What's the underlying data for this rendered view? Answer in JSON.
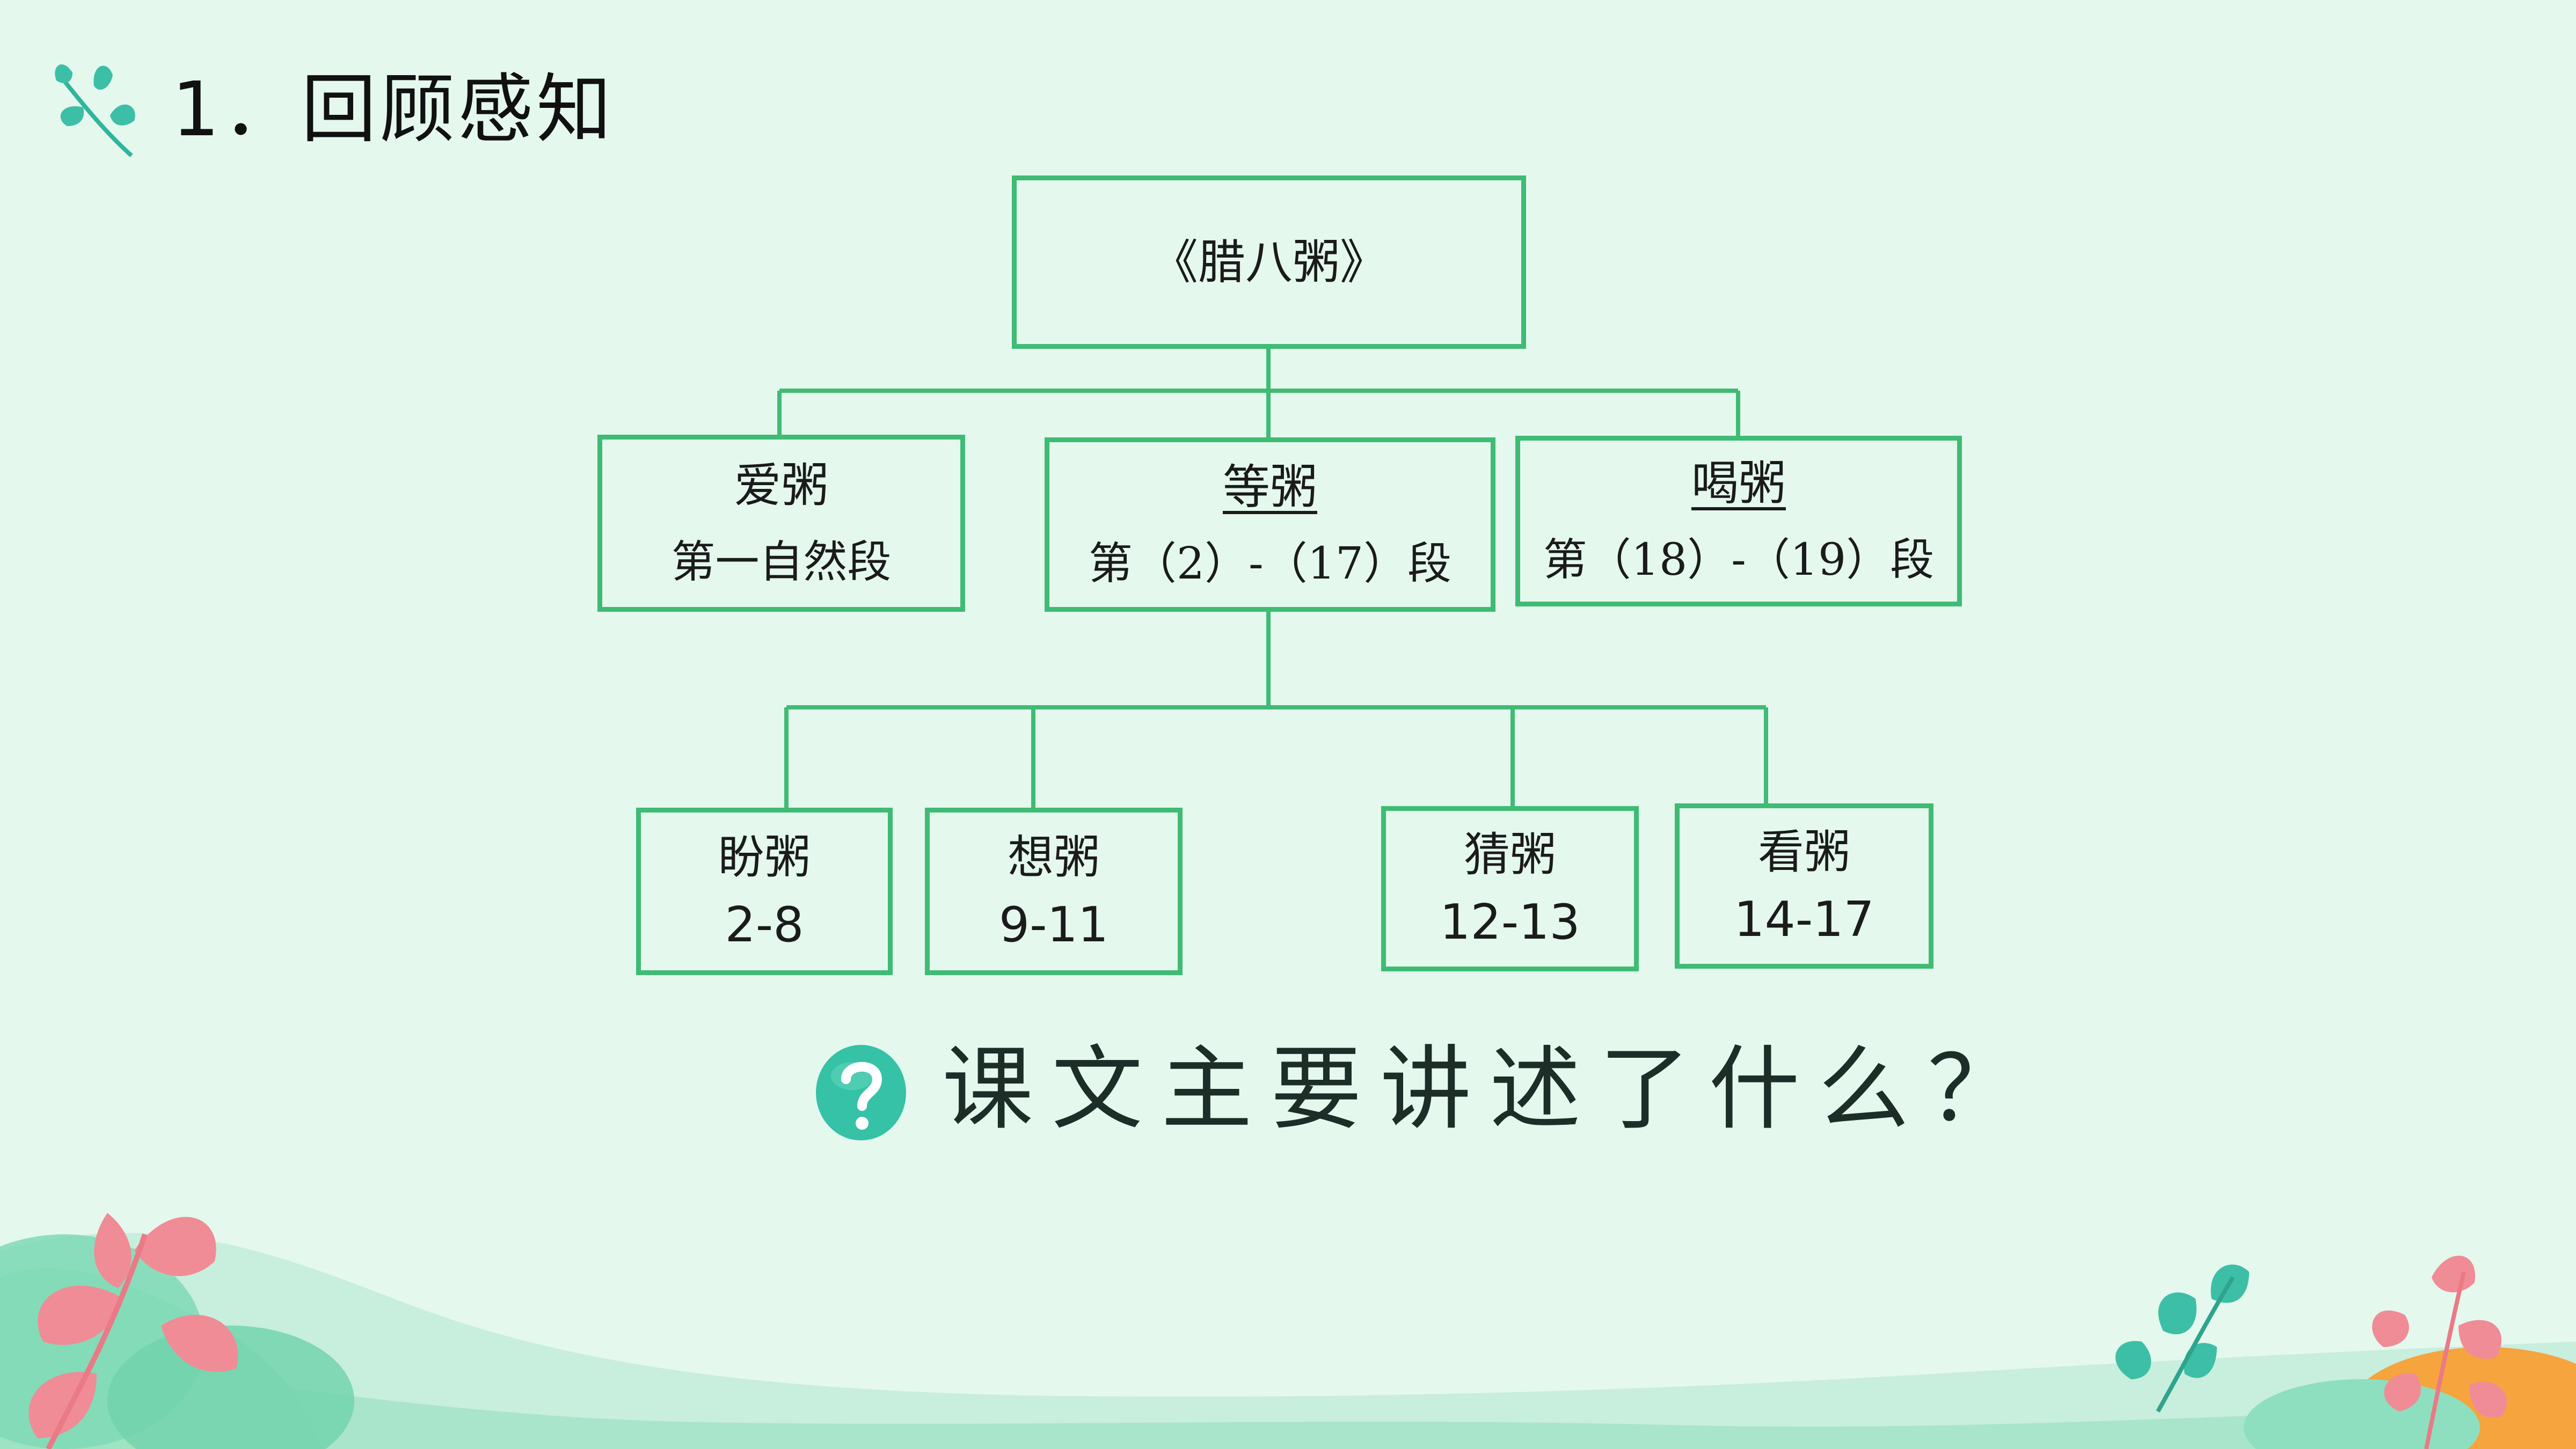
{
  "slide": {
    "title": "1．回顾感知",
    "colors": {
      "background": "#e4f8ee",
      "line": "#3fbb74",
      "leaf": "#3cbfa6",
      "pink": "#f08c95",
      "orange": "#f6a43d"
    },
    "icons": [
      "leaf-icon",
      "question-mark-icon",
      "leaf-decoration-icon",
      "flower-decoration-icon"
    ]
  },
  "diagram": {
    "root": {
      "label": "《腊八粥》"
    },
    "branches": [
      {
        "label": "爱粥",
        "range": "第一自然段"
      },
      {
        "label": "等粥",
        "range": "第（2）-（17）段"
      },
      {
        "label": "喝粥",
        "range": "第（18）-（19）段"
      }
    ],
    "sub_branches": [
      {
        "label": "盼粥",
        "range": "2-8"
      },
      {
        "label": "想粥",
        "range": "9-11"
      },
      {
        "label": "猜粥",
        "range": "12-13"
      },
      {
        "label": "看粥",
        "range": "14-17"
      }
    ]
  },
  "question": {
    "text": "课文主要讲述了什么？"
  }
}
